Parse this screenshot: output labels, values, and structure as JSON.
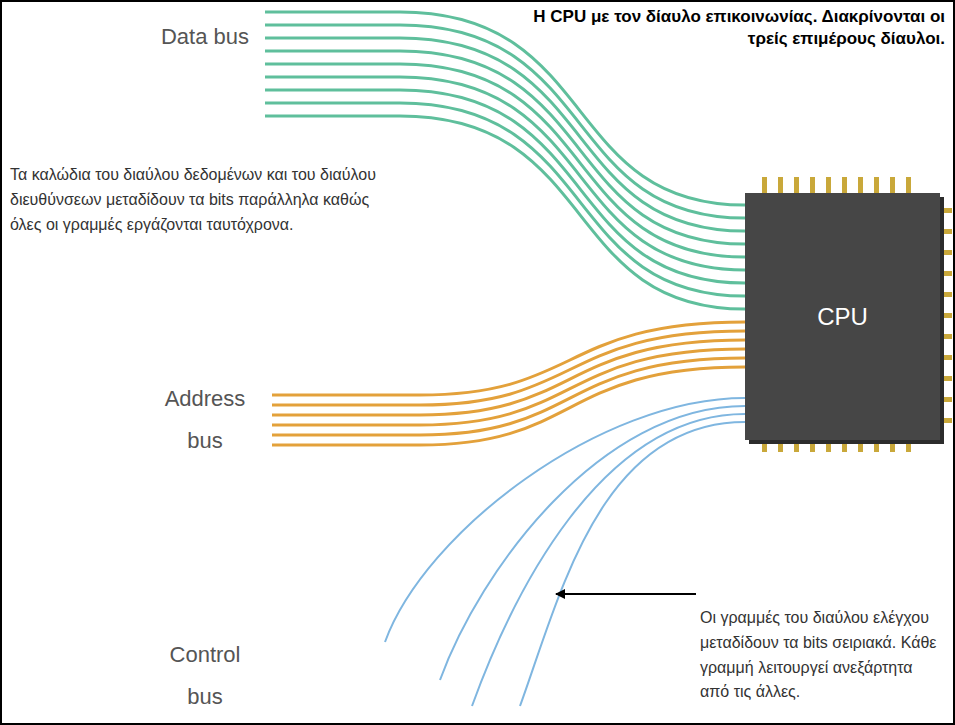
{
  "diagram": {
    "title": "Η CPU με τον δίαυλο επικοινωνίας. Διακρίνονται οι τρείς επιμέρους δίαυλοι.",
    "nodes": [
      {
        "text": [
          "CPU"
        ]
      }
    ],
    "labels": [
      "Data bus",
      "Address bus",
      "Control bus",
      "Τα καλώδια του διαύλου δεδομένων και του διαύλου διευθύνσεων μεταδίδουν τα bits παράλληλα καθώς όλες οι γραμμές εργάζονται ταυτόχρονα.",
      "Οι γραμμές του διαύλου ελέγχου μεταδίδουν τα bits σειριακά. Κάθε γραμμή λειτουργεί ανεξάρτητα από τις άλλες."
    ]
  }
}
